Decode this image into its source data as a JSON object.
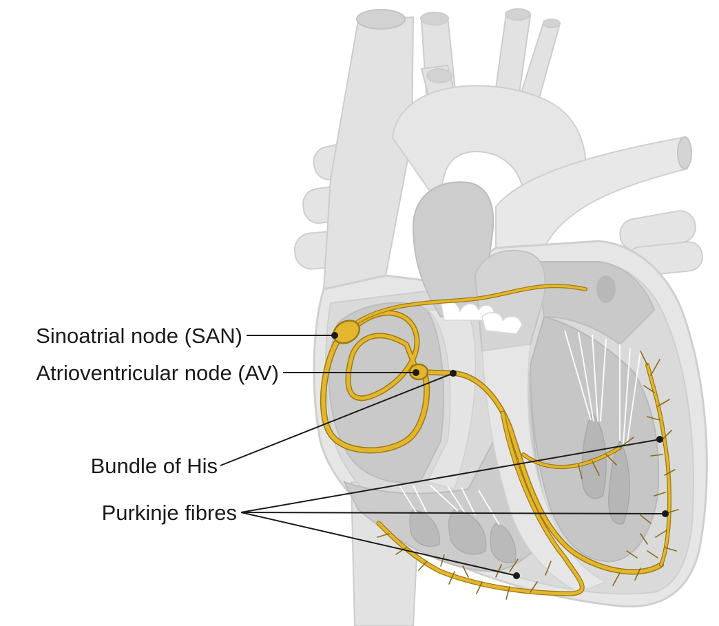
{
  "diagram": {
    "labels": {
      "san": "Sinoatrial node (SAN)",
      "av": "Atrioventricular node (AV)",
      "his": "Bundle of His",
      "purkinje": "Purkinje fibres"
    },
    "colors": {
      "conduction": "#e3b62e",
      "conduction_dark": "#9c7a12",
      "purkinje_fine": "#8a6a1a",
      "heart_light": "#ececec",
      "heart_mid": "#dcdcdc",
      "heart_dark": "#c6c6c6",
      "heart_edge": "#bdbdbd",
      "leader": "#1a1a1a"
    }
  }
}
